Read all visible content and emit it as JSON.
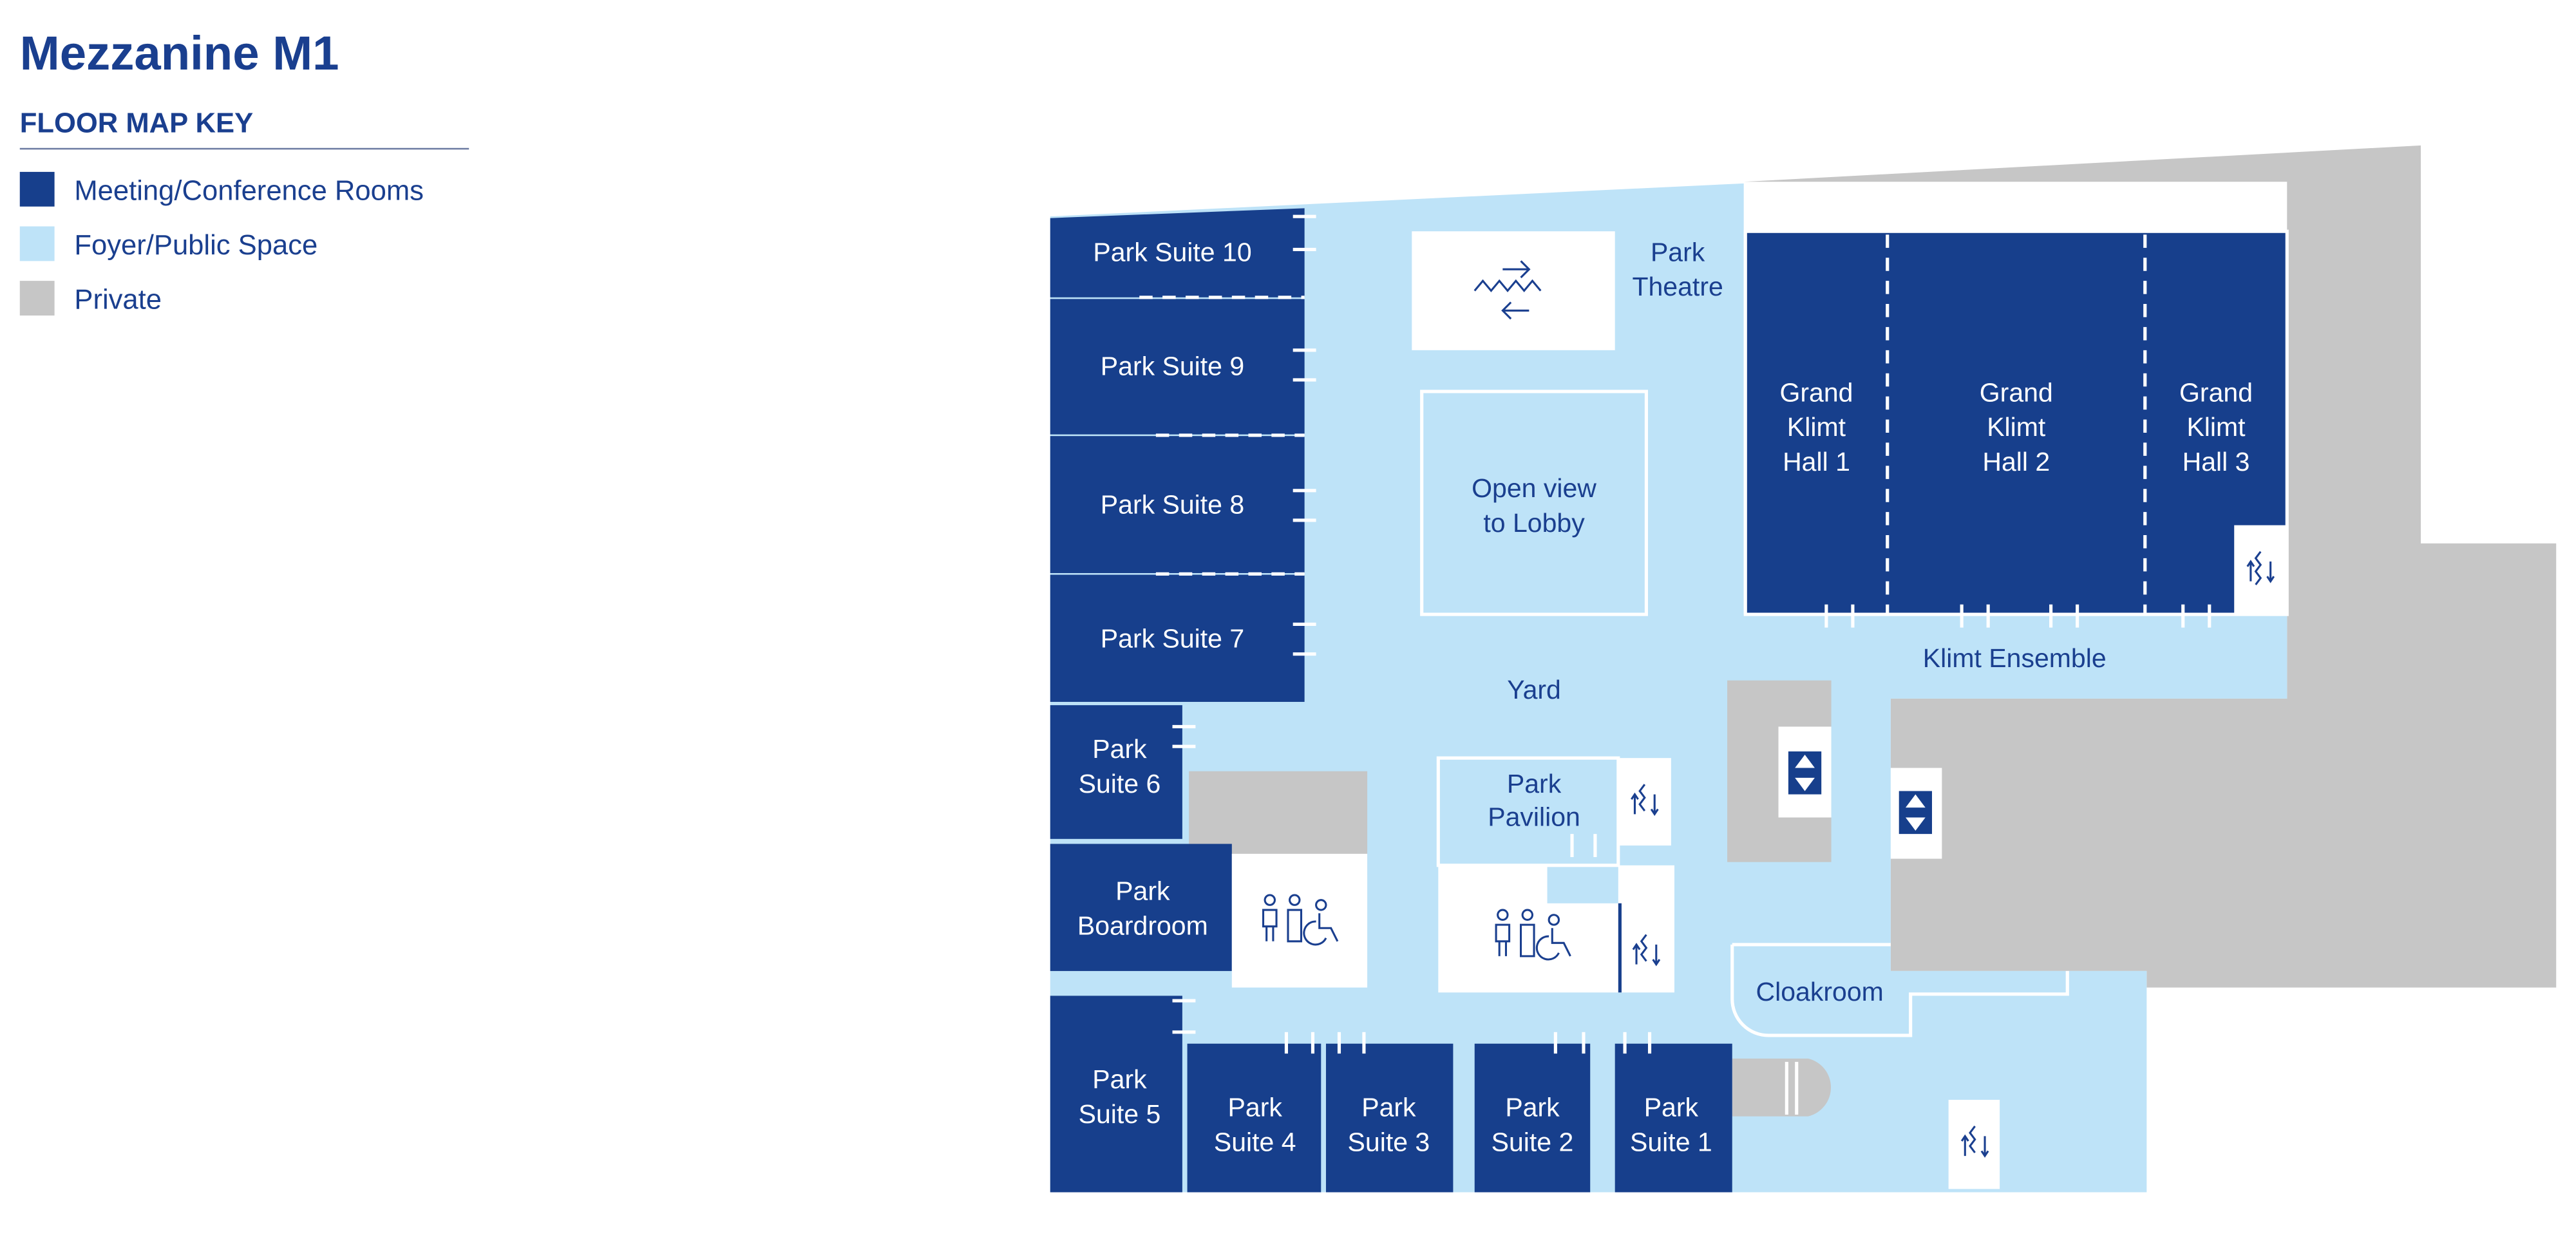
{
  "title": "Mezzanine M1",
  "key": {
    "heading": "FLOOR MAP KEY",
    "items": [
      {
        "label": "Meeting/Conference Rooms",
        "color": "#173f8c"
      },
      {
        "label": "Foyer/Public Space",
        "color": "#bee3f8"
      },
      {
        "label": "Private",
        "color": "#c6c6c6"
      }
    ]
  },
  "rooms": {
    "ps10": "Park Suite 10",
    "ps9": "Park Suite 9",
    "ps8": "Park Suite 8",
    "ps7": "Park Suite 7",
    "ps6": [
      "Park",
      "Suite 6"
    ],
    "boardroom": [
      "Park",
      "Boardroom"
    ],
    "ps5": [
      "Park",
      "Suite 5"
    ],
    "ps4": [
      "Park",
      "Suite 4"
    ],
    "ps3": [
      "Park",
      "Suite 3"
    ],
    "ps2": [
      "Park",
      "Suite 2"
    ],
    "ps1": [
      "Park",
      "Suite 1"
    ],
    "gkh1": [
      "Grand",
      "Klimt",
      "Hall 1"
    ],
    "gkh2": [
      "Grand",
      "Klimt",
      "Hall 2"
    ],
    "gkh3": [
      "Grand",
      "Klimt",
      "Hall 3"
    ]
  },
  "spaces": {
    "theatre": [
      "Park",
      "Theatre"
    ],
    "lobby": [
      "Open view",
      "to Lobby"
    ],
    "yard": "Yard",
    "pavilion": [
      "Park",
      "Pavilion"
    ],
    "ensemble": "Klimt Ensemble",
    "cloakroom": "Cloakroom"
  }
}
